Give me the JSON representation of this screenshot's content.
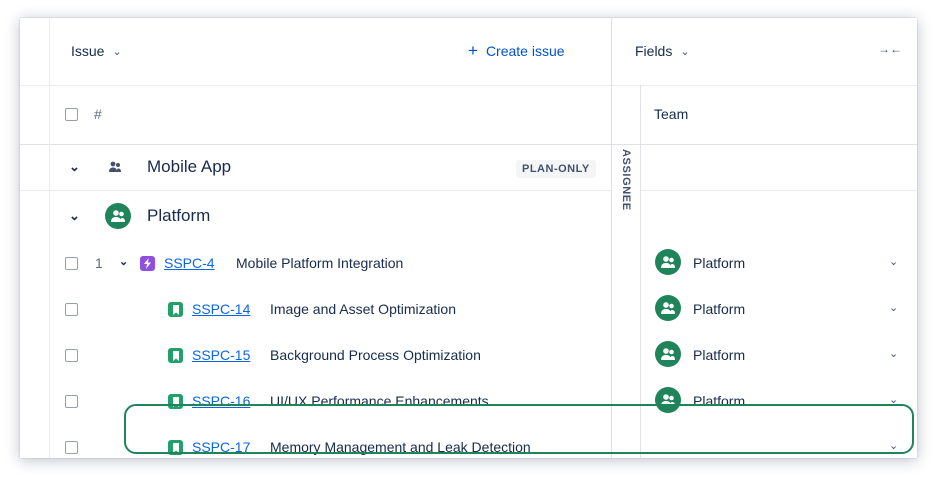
{
  "header": {
    "issue_label": "Issue",
    "create_label": "Create issue",
    "create_icon": "+",
    "fields_label": "Fields",
    "collapse_icon": "→←"
  },
  "columns": {
    "number_label": "#",
    "team_label": "Team",
    "assignee_label": "ASSIGNEE"
  },
  "groups": [
    {
      "title": "Mobile App",
      "badge": "PLAN-ONLY"
    },
    {
      "title": "Platform"
    }
  ],
  "rows": [
    {
      "number": "1",
      "type": "epic",
      "key": "SSPC-4",
      "summary": "Mobile Platform Integration",
      "team": "Platform"
    },
    {
      "number": "",
      "type": "story",
      "key": "SSPC-14",
      "summary": "Image and Asset Optimization",
      "team": "Platform"
    },
    {
      "number": "",
      "type": "story",
      "key": "SSPC-15",
      "summary": "Background Process Optimization",
      "team": "Platform"
    },
    {
      "number": "",
      "type": "story",
      "key": "SSPC-16",
      "summary": "UI/UX Performance Enhancements",
      "team": "Platform"
    },
    {
      "number": "",
      "type": "story",
      "key": "SSPC-17",
      "summary": "Memory Management and Leak Detection",
      "team": ""
    }
  ],
  "colors": {
    "accent": "#0052cc",
    "link": "#0c66e4",
    "team_green": "#1f845a",
    "story_green": "#22a06b",
    "epic_purple": "#904ee2",
    "highlight": "#1f845a"
  },
  "icons": {
    "chevron": "chevron-down-icon",
    "epic": "lightning-icon",
    "story": "bookmark-icon",
    "team": "people-icon"
  }
}
